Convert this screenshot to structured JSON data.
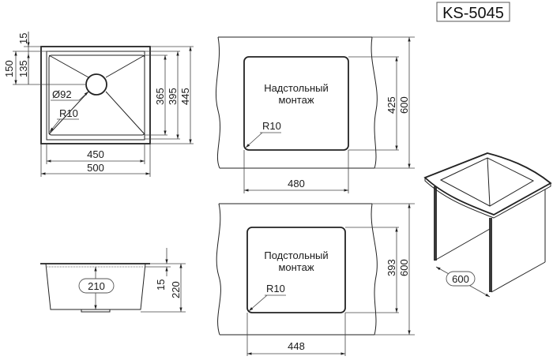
{
  "model": "KS-5045",
  "top_view": {
    "dims": {
      "offset_top": "15",
      "drain_from_top": "150",
      "inner_to_drain": "135",
      "drain_diameter": "Ø92",
      "corner_radius": "R10",
      "inner_height": "365",
      "bowl_height": "395",
      "outer_height": "445",
      "inner_width": "450",
      "outer_width": "500"
    }
  },
  "side_view": {
    "dims": {
      "depth": "210",
      "rim": "15",
      "total_height": "220"
    }
  },
  "overmount": {
    "label_line1": "Надстольный",
    "label_line2": "монтаж",
    "radius": "R10",
    "cut_width": "480",
    "cut_height": "425",
    "cabinet_depth": "600"
  },
  "undermount": {
    "label_line1": "Подстольный",
    "label_line2": "монтаж",
    "radius": "R10",
    "cut_width": "448",
    "cut_height": "393",
    "cabinet_depth": "600"
  },
  "cabinet_3d": {
    "width": "600"
  }
}
